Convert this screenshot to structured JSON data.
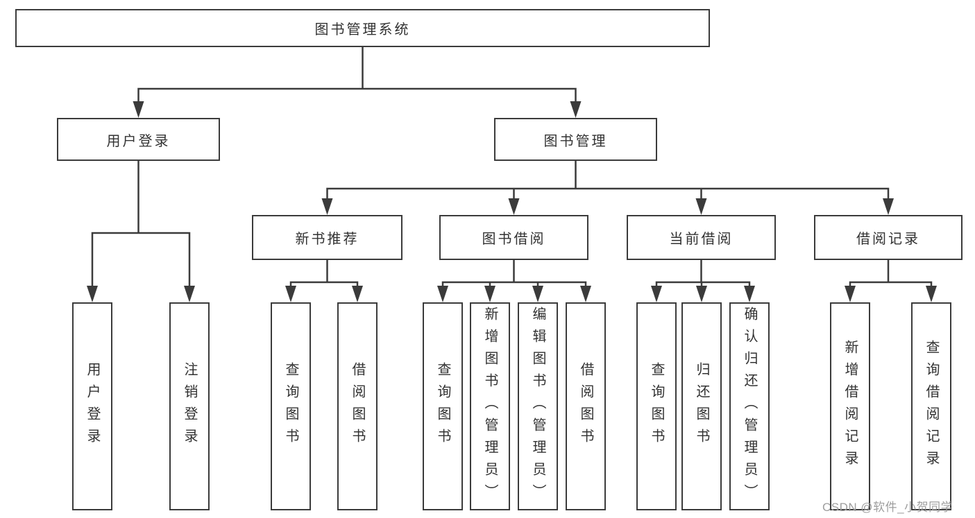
{
  "tree": {
    "label": "图书管理系统",
    "children": [
      {
        "label": "用户登录",
        "children": [
          {
            "label": "用户登录"
          },
          {
            "label": "注销登录"
          }
        ]
      },
      {
        "label": "图书管理",
        "children": [
          {
            "label": "新书推荐",
            "children": [
              {
                "label": "查询图书"
              },
              {
                "label": "借阅图书"
              }
            ]
          },
          {
            "label": "图书借阅",
            "children": [
              {
                "label": "查询图书"
              },
              {
                "label": "新增图书（管理员）"
              },
              {
                "label": "编辑图书（管理员）"
              },
              {
                "label": "借阅图书"
              }
            ]
          },
          {
            "label": "当前借阅",
            "children": [
              {
                "label": "查询图书"
              },
              {
                "label": "归还图书"
              },
              {
                "label": "确认归还（管理员）"
              }
            ]
          },
          {
            "label": "借阅记录",
            "children": [
              {
                "label": "新增借阅记录"
              },
              {
                "label": "查询借阅记录"
              }
            ]
          }
        ]
      }
    ]
  },
  "watermark": "CSDN @软件_小贺同学",
  "colors": {
    "line": "#3b3b3b",
    "box_border": "#3b3b3b",
    "text": "#323232",
    "watermark": "#9e9e9e",
    "background": "#ffffff"
  }
}
